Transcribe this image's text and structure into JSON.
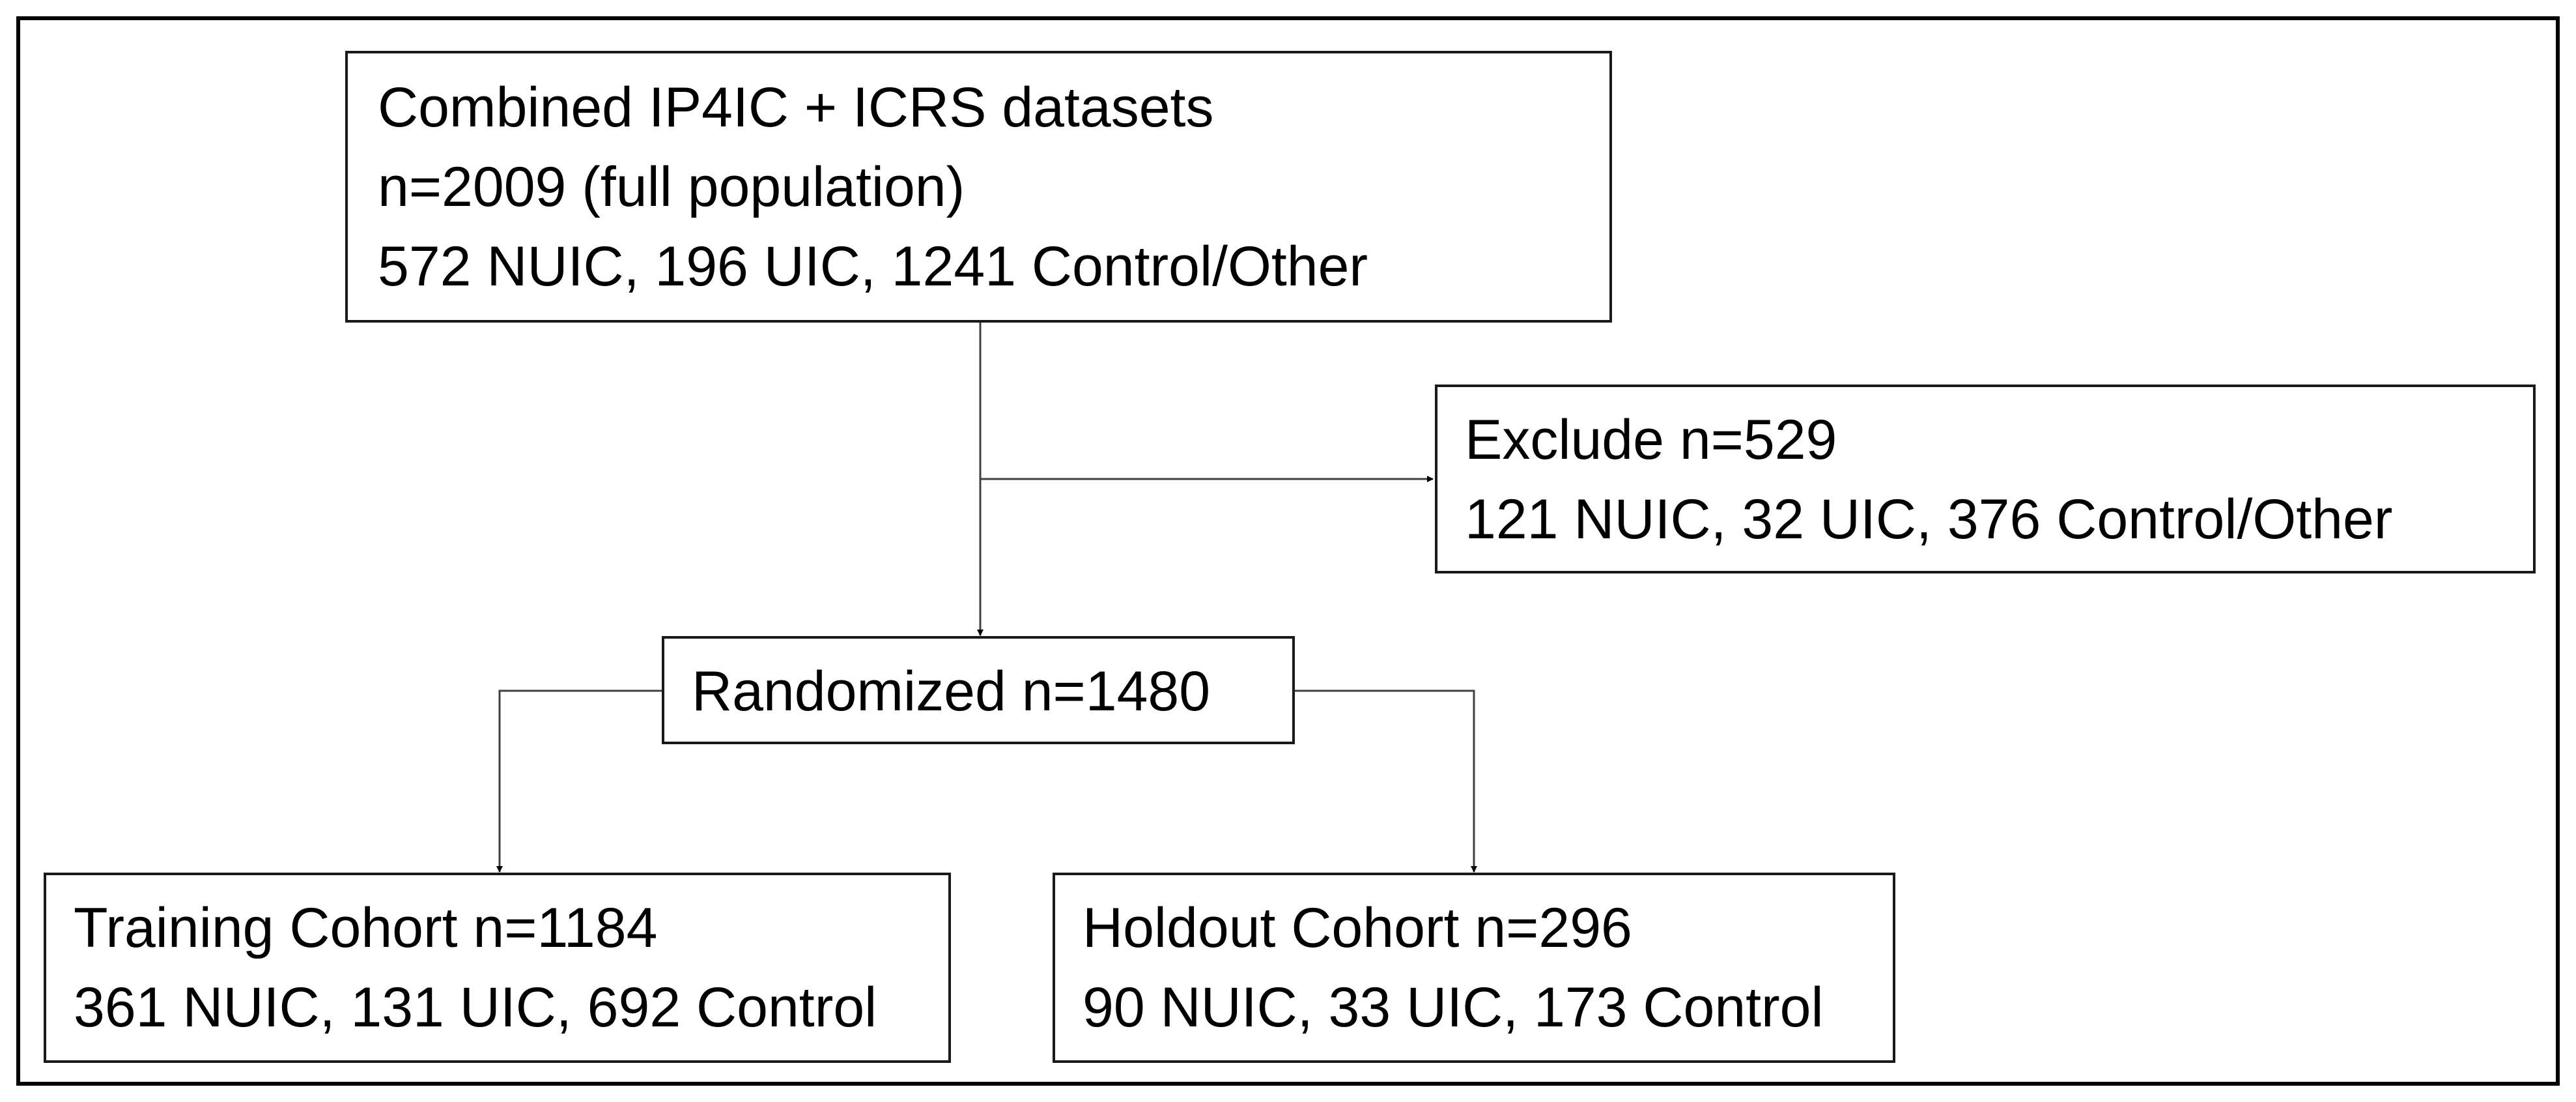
{
  "flowchart": {
    "top_box": {
      "line1": "Combined IP4IC + ICRS datasets",
      "line2": "n=2009 (full population)",
      "line3": "572 NUIC, 196 UIC, 1241 Control/Other"
    },
    "exclude_box": {
      "line1": "Exclude n=529",
      "line2": "121 NUIC, 32 UIC, 376 Control/Other"
    },
    "randomized_box": {
      "line1": "Randomized n=1480"
    },
    "training_box": {
      "line1": "Training Cohort n=1184",
      "line2": "361 NUIC, 131 UIC, 692 Control"
    },
    "holdout_box": {
      "line1": "Holdout Cohort n=296",
      "line2": "90 NUIC, 33 UIC, 173 Control"
    }
  }
}
